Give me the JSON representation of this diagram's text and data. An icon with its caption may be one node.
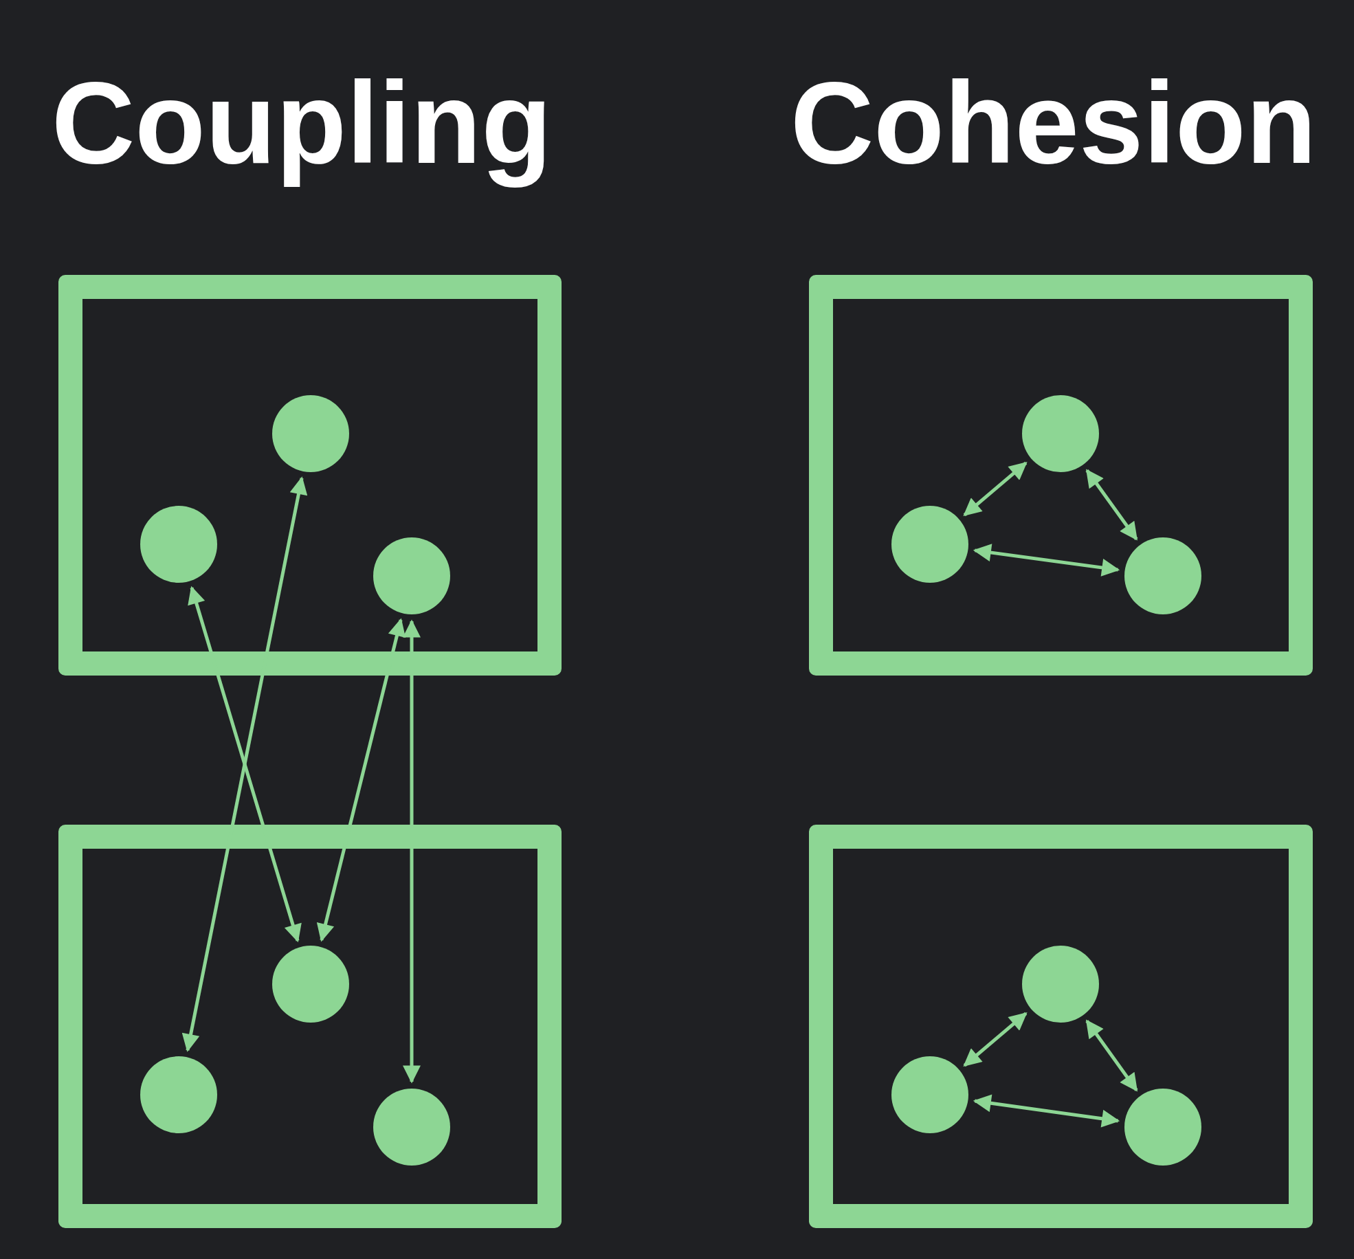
{
  "diagram": {
    "nodes": [
      {
        "text": [],
        "shape": "box"
      },
      {
        "text": [],
        "shape": "circle",
        "in": 0
      },
      {
        "text": [],
        "shape": "circle",
        "in": 0
      },
      {
        "text": [],
        "shape": "circle",
        "in": 0
      },
      {
        "text": [],
        "shape": "box"
      },
      {
        "text": [],
        "shape": "circle",
        "in": 4
      },
      {
        "text": [],
        "shape": "circle",
        "in": 4
      },
      {
        "text": [],
        "shape": "circle",
        "in": 4
      },
      {
        "text": [],
        "shape": "box"
      },
      {
        "text": [],
        "shape": "circle",
        "in": 8
      },
      {
        "text": [],
        "shape": "circle",
        "in": 8
      },
      {
        "text": [],
        "shape": "circle",
        "in": 8
      },
      {
        "text": [],
        "shape": "box"
      },
      {
        "text": [],
        "shape": "circle",
        "in": 12
      },
      {
        "text": [],
        "shape": "circle",
        "in": 12
      },
      {
        "text": [],
        "shape": "circle",
        "in": 12
      }
    ],
    "edges": [
      {
        "from": 10,
        "to": 1,
        "arrow": "both"
      },
      {
        "from": 2,
        "to": 9,
        "arrow": "both"
      },
      {
        "from": 3,
        "to": 9,
        "arrow": "both"
      },
      {
        "from": 3,
        "to": 11,
        "arrow": "both"
      },
      {
        "from": 5,
        "to": 6,
        "arrow": "both"
      },
      {
        "from": 5,
        "to": 7,
        "arrow": "both"
      },
      {
        "from": 6,
        "to": 7,
        "arrow": "both"
      },
      {
        "from": 13,
        "to": 14,
        "arrow": "both"
      },
      {
        "from": 13,
        "to": 15,
        "arrow": "both"
      },
      {
        "from": 14,
        "to": 15,
        "arrow": "both"
      }
    ],
    "labels": [
      "Coupling",
      "Cohesion"
    ]
  }
}
